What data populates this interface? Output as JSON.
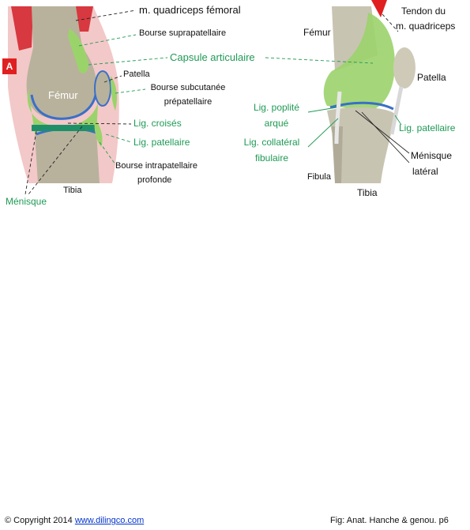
{
  "panel_a": {
    "badge": "A",
    "labels": {
      "quadriceps": "m. quadriceps fémoral",
      "suprapatellar": "Bourse suprapatellaire",
      "capsule": "Capsule articulaire",
      "patella": "Patella",
      "prepatellar_1": "Bourse subcutanée",
      "prepatellar_2": "prépatellaire",
      "femur": "Fémur",
      "cruciate": "Lig. croisés",
      "patellar_lig": "Lig. patellaire",
      "infrapatellar_1": "Bourse intrapatellaire",
      "infrapatellar_2": "profonde",
      "tibia": "Tibia",
      "menisque": "Ménisque"
    }
  },
  "panel_b": {
    "labels": {
      "tendon_1": "Tendon du",
      "tendon_2": "m. quadriceps",
      "femur": "Fémur",
      "patella": "Patella",
      "popliteal_1": "Lig. poplité",
      "popliteal_2": "arqué",
      "patellar_lig": "Lig. patellaire",
      "collateral_1": "Lig. collatéral",
      "collateral_2": "fibulaire",
      "menisque_1": "Ménisque",
      "menisque_2": "latéral",
      "fibula": "Fibula",
      "tibia": "Tibia"
    }
  },
  "footer": {
    "copyright": "© Copyright 2014",
    "link": "www.dilingco.com",
    "fig": "Fig:  Anat. Hanche & genou. p6"
  },
  "colors": {
    "green_label": "#1f9a55",
    "bursa_fill": "#9bd36b",
    "bone": "#b8b29c",
    "skin": "#f3c8c8",
    "muscle": "#d8383f",
    "cartilage": "#3a6fc8",
    "badge": "#e02020",
    "link": "#0033cc"
  }
}
